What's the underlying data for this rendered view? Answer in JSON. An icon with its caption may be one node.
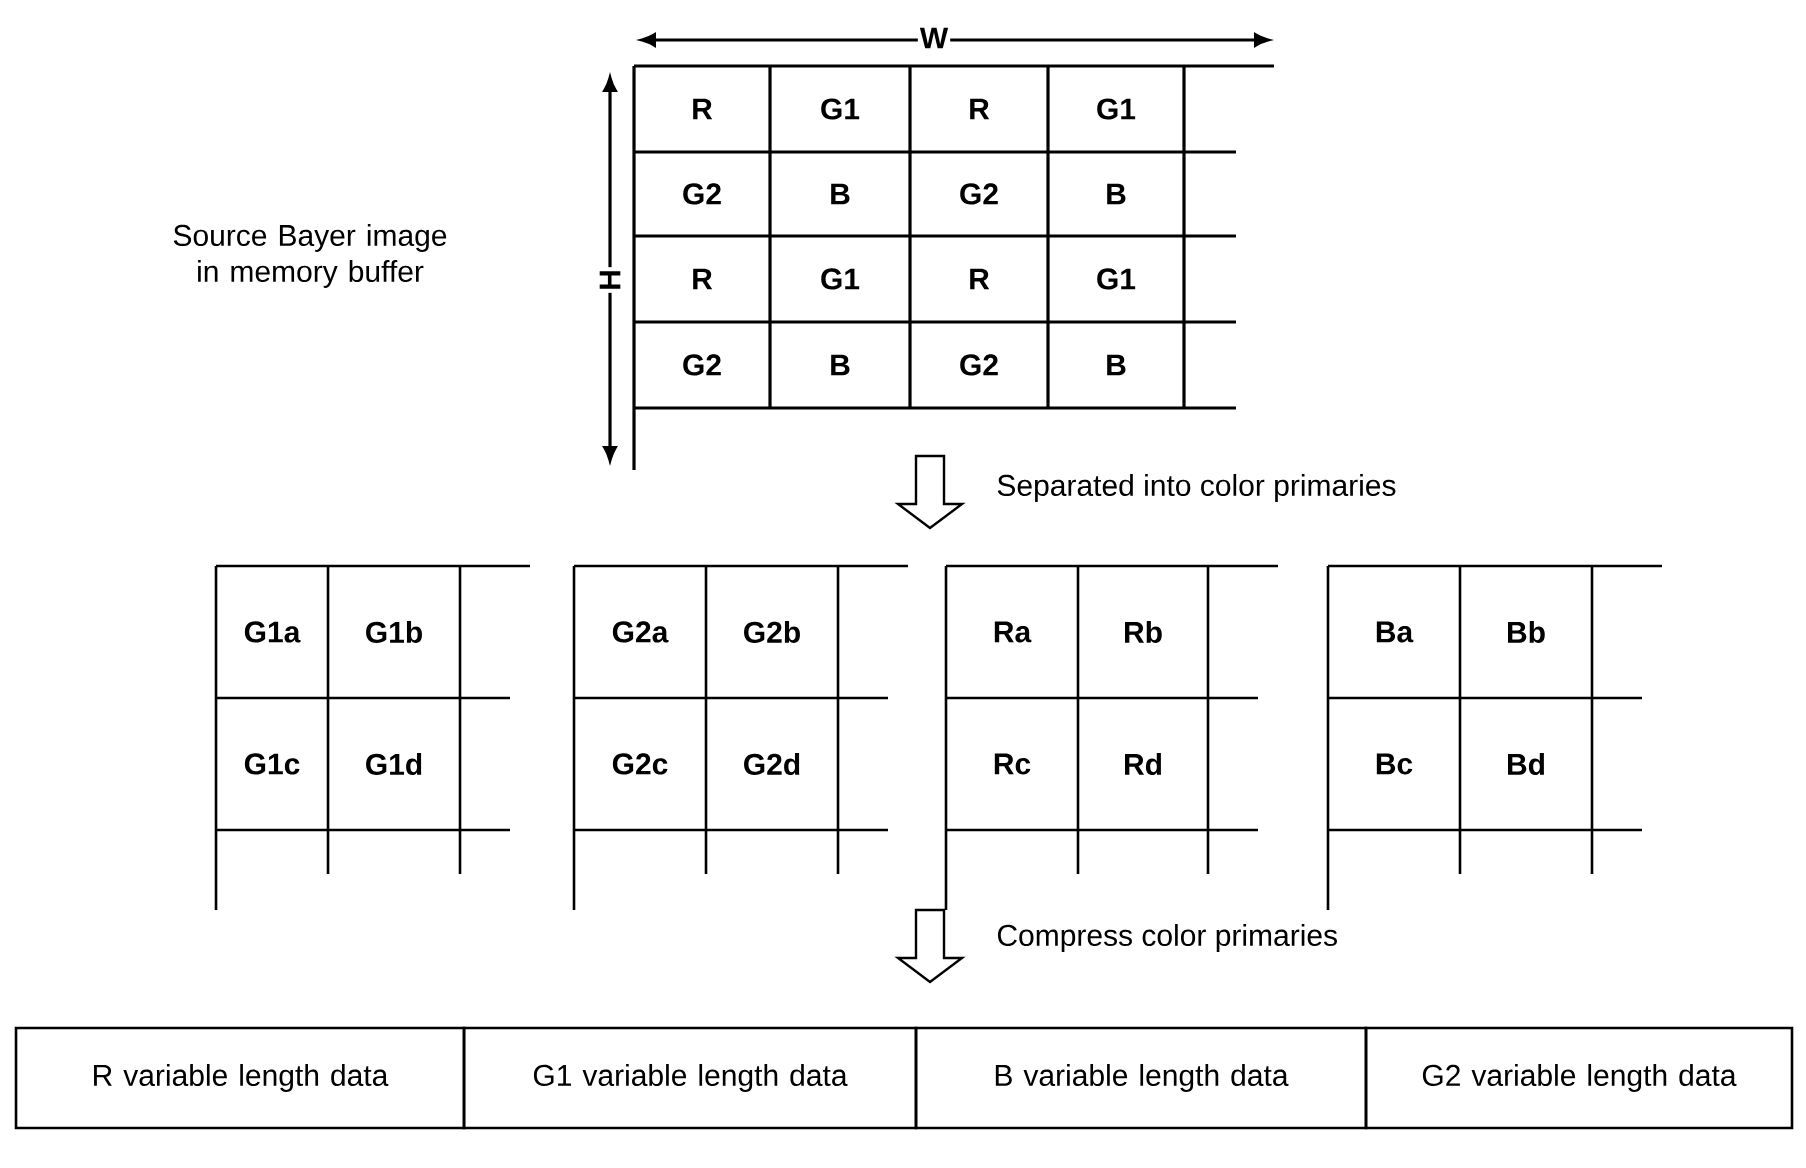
{
  "diagram": {
    "nodes": [
      {
        "text": [
          "R variable length data"
        ]
      },
      {
        "text": [
          "G1 variable length data"
        ]
      },
      {
        "text": [
          "B variable length data"
        ]
      },
      {
        "text": [
          "G2 variable length data"
        ]
      }
    ],
    "labels": [
      "W",
      "H",
      "Source Bayer image in memory buffer",
      "R",
      "G1",
      "R",
      "G1",
      "G2",
      "B",
      "G2",
      "B",
      "R",
      "G1",
      "R",
      "G1",
      "G2",
      "B",
      "G2",
      "B",
      "Separated into color primaries",
      "G1a",
      "G1b",
      "G2a",
      "G2b",
      "Ra",
      "Rb",
      "Ba",
      "Bb",
      "G1c",
      "G1d",
      "G2c",
      "G2d",
      "Rc",
      "Rd",
      "Bc",
      "Bd",
      "Compress color primaries"
    ]
  }
}
